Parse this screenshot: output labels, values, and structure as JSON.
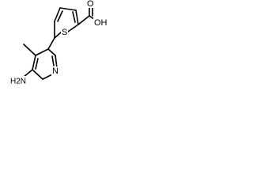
{
  "structure": {
    "atoms": {
      "thiophene_sulfur": "S",
      "carboxyl_hydroxyl": "OH",
      "carbonyl_oxygen": "O",
      "pyridine_nitrogen": "N",
      "amino_group": "H2N"
    },
    "colors": {
      "bond": "#000000",
      "text": "#000000",
      "background": "#ffffff"
    }
  }
}
